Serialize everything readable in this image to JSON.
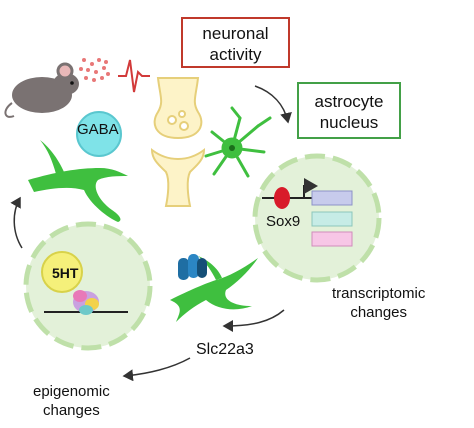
{
  "boxes": {
    "neuronal_activity": [
      "neuronal",
      "activity"
    ],
    "astrocyte_nucleus": [
      "astrocyte",
      "nucleus"
    ]
  },
  "labels": {
    "gaba": "GABA",
    "sox9": "Sox9",
    "five_ht": "5HT",
    "transcriptomic": [
      "transcriptomic",
      "changes"
    ],
    "slc22a3": "Slc22a3",
    "epigenomic": [
      "epigenomic",
      "changes"
    ]
  },
  "colors": {
    "neuronal_box_border": "#c0392b",
    "astrocyte_box_border": "#43a047",
    "astrocyte_green": "#3fbf3f",
    "nucleus_fill": "#e3f1d9",
    "gaba_vesicle": "#7fe3e8",
    "five_ht_vesicle": "#f5f07a",
    "sox9_red": "#d81b2a",
    "gene_bars": [
      "#c7cbec",
      "#c6ece6",
      "#f7c6e6"
    ],
    "transporter_blue": "#1f6ea3",
    "synapse_fill": "#fdf3c8"
  }
}
